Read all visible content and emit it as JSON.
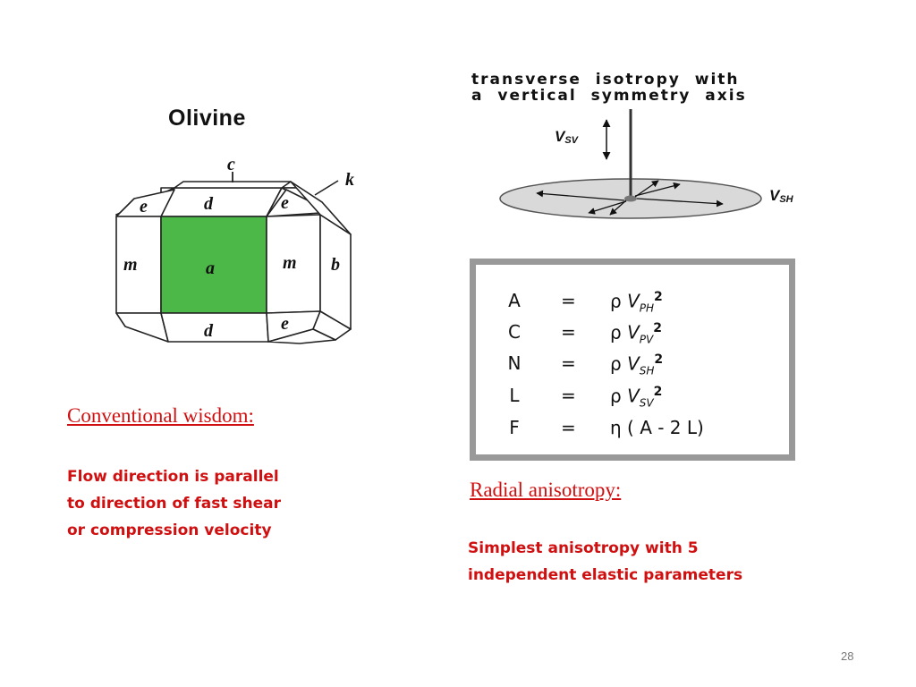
{
  "olivine": {
    "title": "Olivine",
    "faces": {
      "c": "c",
      "k": "k",
      "d_top": "d",
      "d_bottom": "d",
      "e_top_left": "e",
      "e_top_right": "e",
      "e_bottom_right": "e",
      "m_left": "m",
      "a": "a",
      "m_right": "m",
      "b": "b"
    },
    "front_face_color": "#4cb848"
  },
  "conventional": {
    "heading": "Conventional wisdom:",
    "lines": [
      "Flow direction is parallel",
      "to direction of fast shear",
      "or compression velocity"
    ]
  },
  "transverse": {
    "title_line1": "transverse isotropy with",
    "title_line2": "a vertical symmetry axis",
    "vsv_main": "V",
    "vsv_sub": "SV",
    "vsh_main": "V",
    "vsh_sub": "SH"
  },
  "equations": [
    {
      "lhs": "A",
      "eq": "=",
      "rho": "ρ",
      "v": "V",
      "sub": "PH",
      "sup": "2"
    },
    {
      "lhs": "C",
      "eq": "=",
      "rho": "ρ",
      "v": "V",
      "sub": "PV",
      "sup": "2"
    },
    {
      "lhs": "N",
      "eq": "=",
      "rho": "ρ",
      "v": "V",
      "sub": "SH",
      "sup": "2"
    },
    {
      "lhs": "L",
      "eq": "=",
      "rho": "ρ",
      "v": "V",
      "sub": "SV",
      "sup": "2"
    },
    {
      "lhs": "F",
      "eq": "=",
      "expr": "η ( A - 2 L)"
    }
  ],
  "radial": {
    "heading": "Radial anisotropy:",
    "lines": [
      "Simplest anisotropy with 5",
      "independent elastic parameters"
    ]
  },
  "page_number": "28",
  "colors": {
    "red_text": "#d01010",
    "box_border": "#999999",
    "disk_fill": "#d9d9d9"
  }
}
